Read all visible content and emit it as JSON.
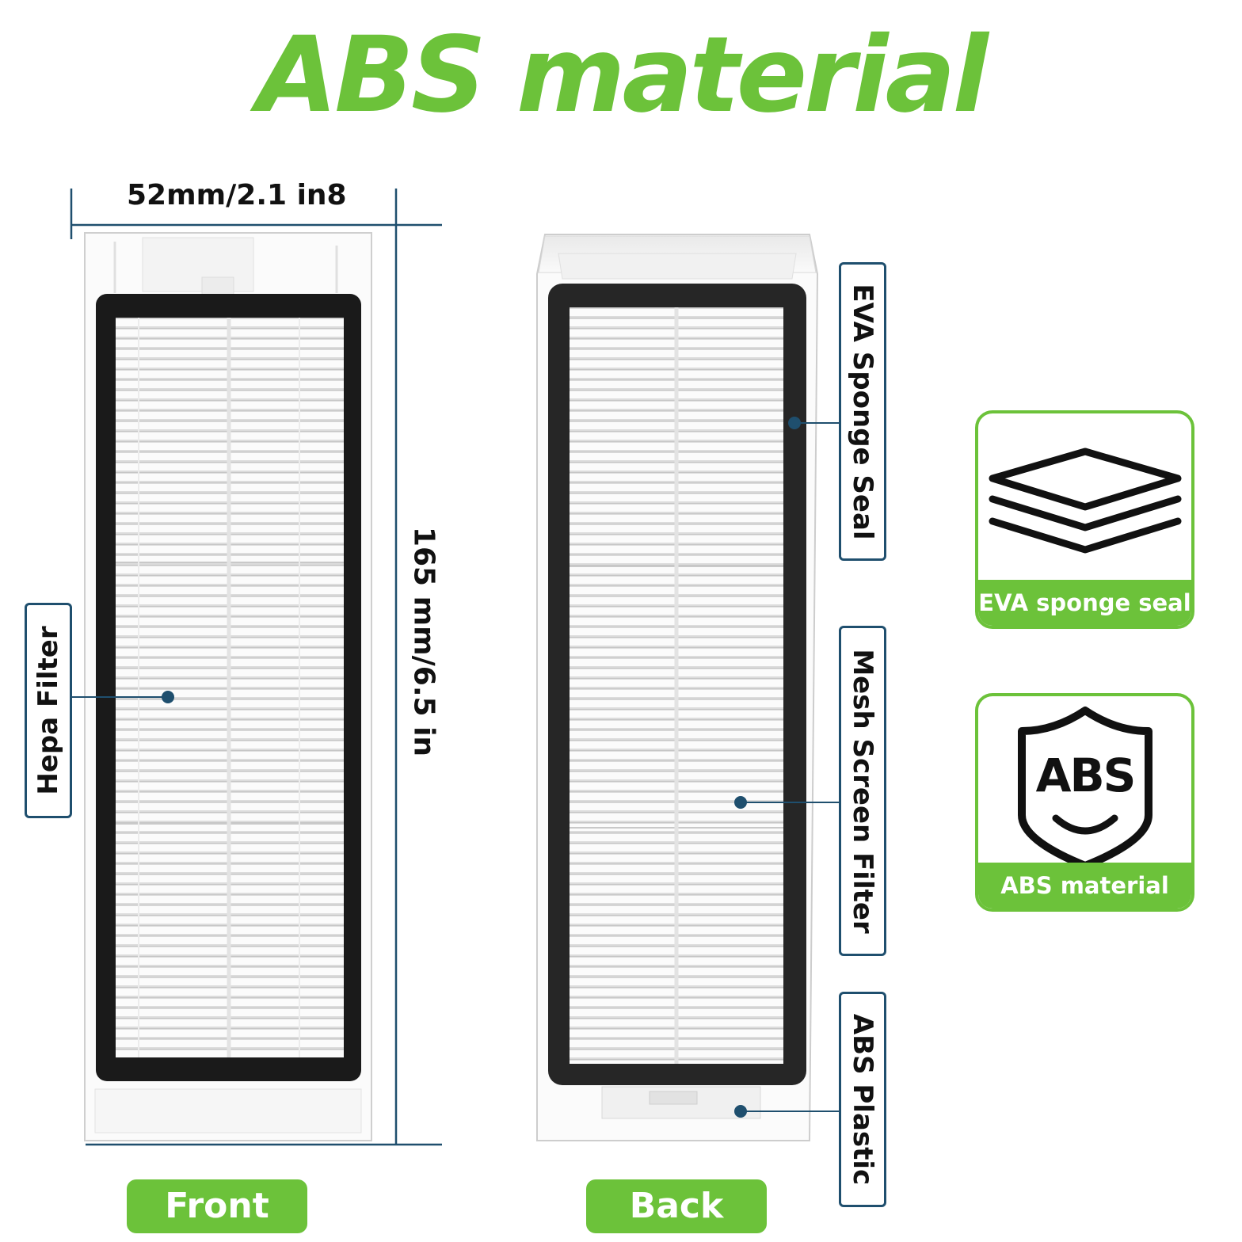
{
  "title": "ABS material",
  "dimensions": {
    "width": "52mm/2.1 in8",
    "height": "165 mm/6.5 in"
  },
  "front": {
    "label": "Front",
    "callout": "Hepa Filter"
  },
  "back": {
    "label": "Back",
    "callouts": [
      "EVA Sponge Seal",
      "Mesh Screen Filter",
      "ABS Plastic"
    ]
  },
  "features": [
    {
      "icon": "layers-icon",
      "label": "EVA sponge seal"
    },
    {
      "icon": "abs-shield-icon",
      "label": "ABS material",
      "badge": "ABS"
    }
  ],
  "colors": {
    "accent": "#6cc23a",
    "navy": "#1f4f6e",
    "frame": "#1a1a1a"
  }
}
